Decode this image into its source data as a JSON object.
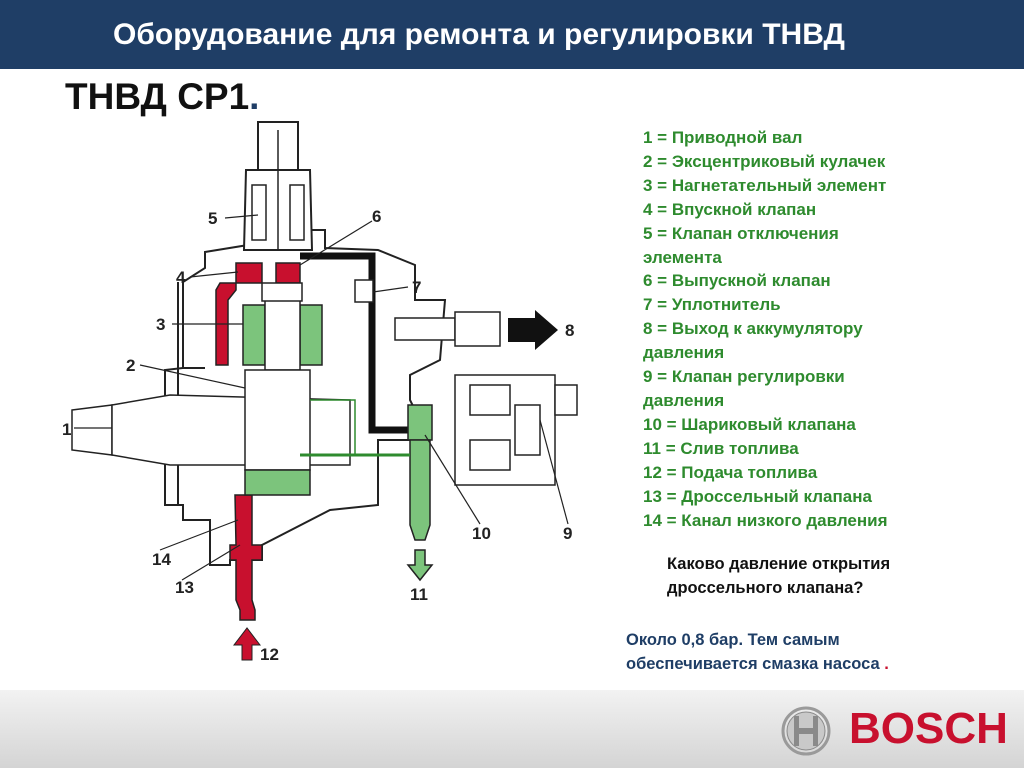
{
  "header": {
    "title": "Оборудование для ремонта и регулировки ТНВД"
  },
  "subtitle": {
    "text": "ТНВД CP1",
    "dot": "."
  },
  "diagram": {
    "labels": [
      "1",
      "2",
      "3",
      "4",
      "5",
      "6",
      "7",
      "8",
      "9",
      "10",
      "11",
      "12",
      "13",
      "14"
    ]
  },
  "legend": [
    "1 = Приводной вал",
    "2 = Эксцентриковый кулачек",
    "3 = Нагнетательный элемент",
    "4 = Впускной клапан",
    "5 = Клапан отключения",
    "элемента",
    "6 = Выпускной клапан",
    "7 = Уплотнитель",
    "8 = Выход к аккумулятору",
    "давления",
    "9 = Клапан регулировки",
    "давления",
    "10 = Шариковый клапана",
    "11 = Слив топлива",
    "12 = Подача топлива",
    "13 = Дроссельный клапана",
    "14 = Канал низкого давления"
  ],
  "question": {
    "line1": "Каково давление открытия",
    "line2": "дроссельного клапана?"
  },
  "answer": {
    "line1": "Около 0,8 бар. Тем самым",
    "line2": "обеспечивается смазка насоса",
    "dot": "."
  },
  "footer": {
    "brand": "BOSCH"
  },
  "colors": {
    "header_bg": "#1f3e66",
    "legend_text": "#2e8b2e",
    "answer_text": "#1f3e66",
    "brand_red": "#c8102e",
    "fuel_high_pressure": "#c8102e",
    "fuel_low_pressure": "#7cc47c"
  }
}
